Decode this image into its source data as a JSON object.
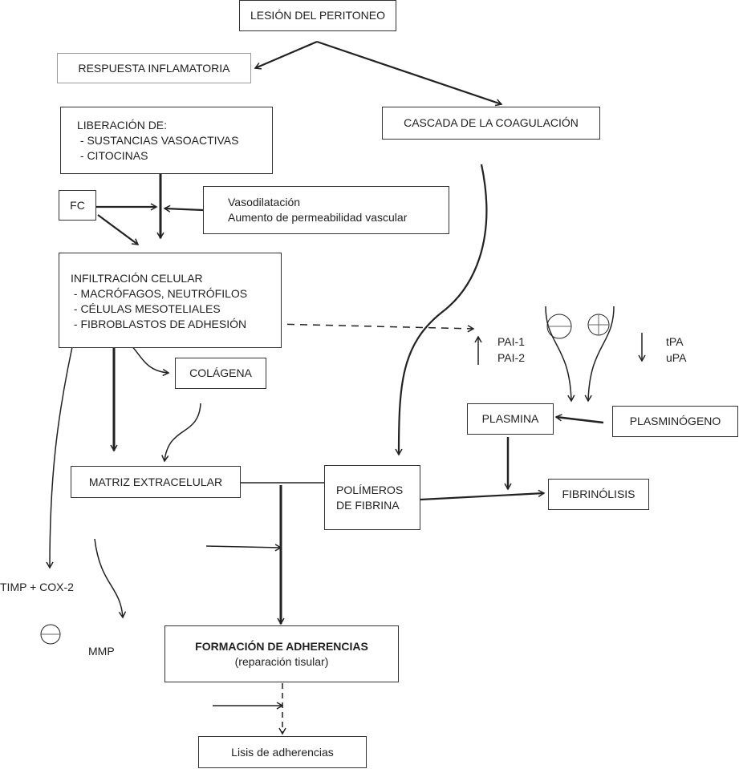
{
  "nodes": {
    "lesion": "LESIÓN DEL PERITONEO",
    "respuesta": "RESPUESTA INFLAMATORIA",
    "cascada": "CASCADA DE LA COAGULACIÓN",
    "liberacion": [
      "LIBERACIÓN DE:",
      " - SUSTANCIAS VASOACTIVAS",
      " - CITOCINAS"
    ],
    "fc": "FC",
    "vaso": [
      "Vasodilatación",
      "Aumento de permeabilidad vascular"
    ],
    "infiltracion": [
      "INFILTRACIÓN CELULAR",
      " - MACRÓFAGOS, NEUTRÓFILOS",
      " - CÉLULAS MESOTELIALES",
      " - FIBROBLASTOS DE ADHESIÓN"
    ],
    "colagena": "COLÁGENA",
    "plasmina": "PLASMINA",
    "plasminogeno": "PLASMINÓGENO",
    "matriz": "MATRIZ EXTRACELULAR",
    "polimeros": [
      "POLÍMEROS",
      "DE FIBRINA"
    ],
    "fibrinolisis": "FIBRINÓLISIS",
    "formacion": "FORMACIÓN DE ADHERENCIAS",
    "formacion_sub": "(reparación tisular)",
    "lisis": "Lisis de adherencias"
  },
  "labels": {
    "pai1": "PAI-1",
    "pai2": "PAI-2",
    "tpa": "tPA",
    "upa": "uPA",
    "timp": "TIMP + COX-2",
    "mmp": "MMP"
  }
}
